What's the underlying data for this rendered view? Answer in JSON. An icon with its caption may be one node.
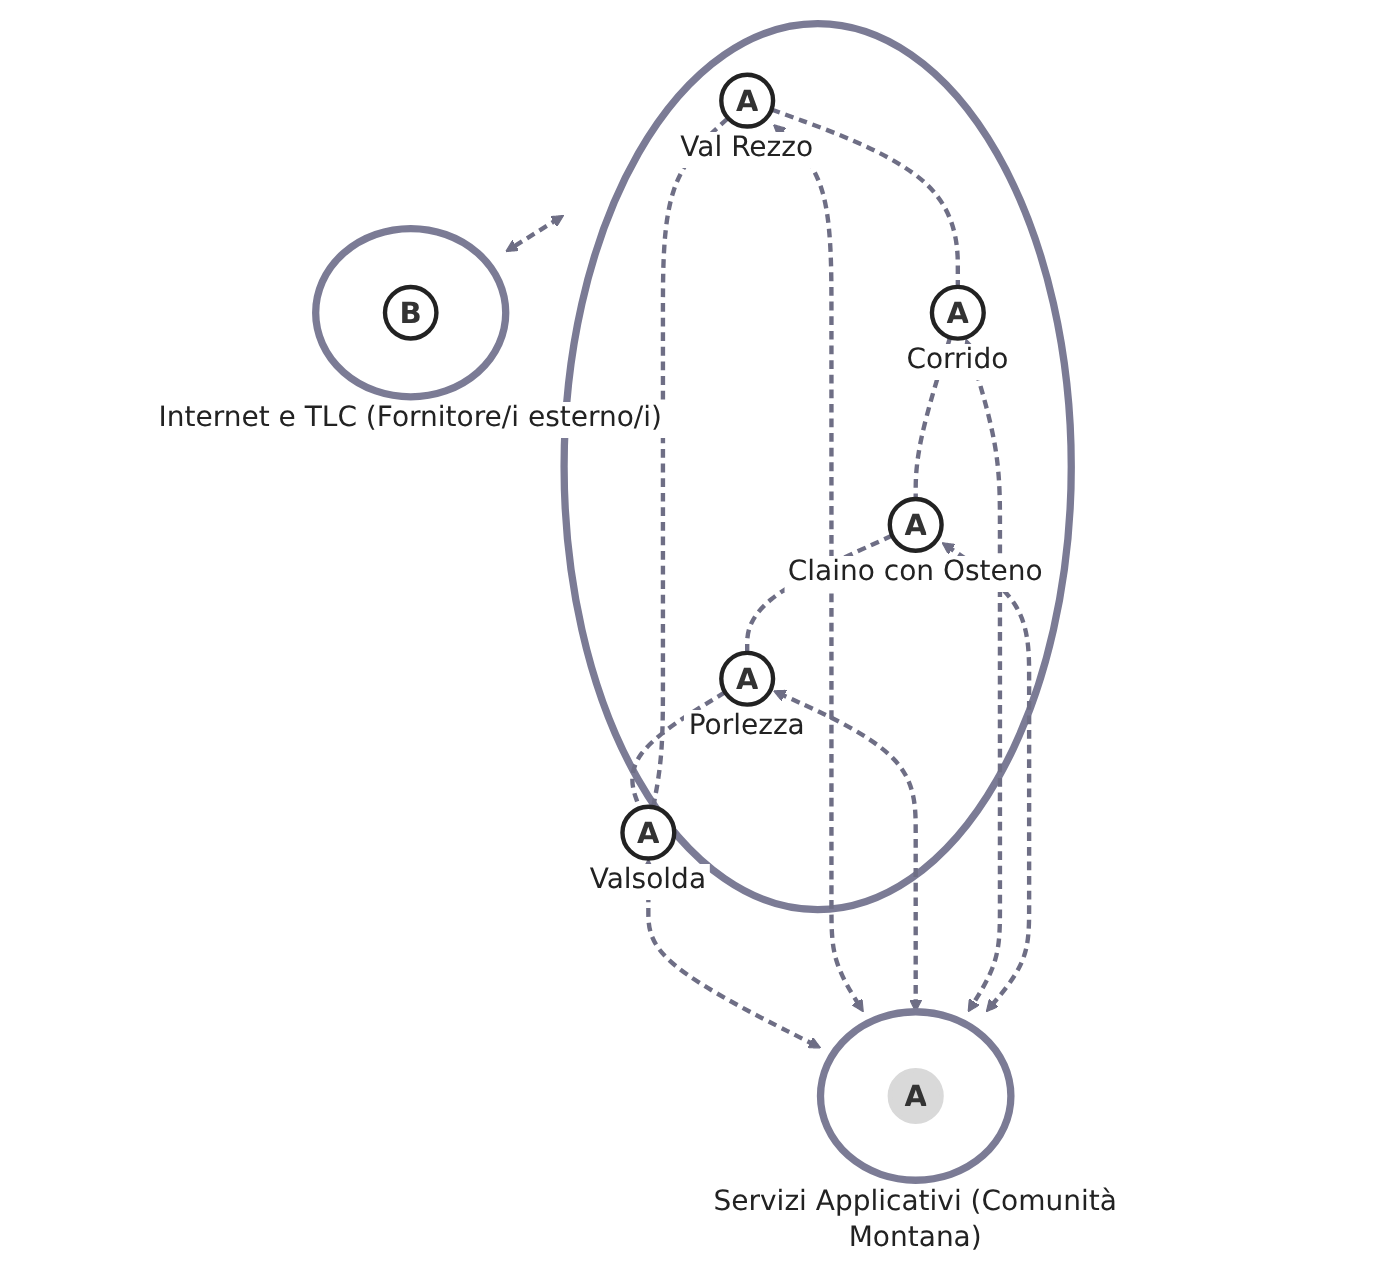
{
  "diagram": {
    "nodes": [
      {
        "text": [],
        "shape": "ellipse"
      },
      {
        "text": [
          "A"
        ],
        "beside": [
          "Val Rezzo"
        ],
        "in": 0
      },
      {
        "text": [
          "A"
        ],
        "beside": [
          "Corrido"
        ],
        "in": 0
      },
      {
        "text": [
          "A"
        ],
        "beside": [
          "Valsolda"
        ],
        "in": 0
      },
      {
        "text": [
          "A"
        ],
        "beside": [
          "Porlezza"
        ],
        "in": 0
      },
      {
        "text": [
          "A"
        ],
        "beside": [
          "Claino con Osteno"
        ],
        "in": 0
      },
      {
        "text": [],
        "shape": "ellipse",
        "beside": [
          "Internet e TLC (Fornitore/i esterno/i)"
        ]
      },
      {
        "text": [
          "B"
        ],
        "in": 6
      },
      {
        "text": [],
        "shape": "ellipse",
        "beside": [
          "Servizi Applicativi (Comunità Montana)"
        ]
      },
      {
        "text": [
          "A"
        ],
        "in": 8
      }
    ],
    "edges": [
      {
        "from": 1,
        "to": 2,
        "arrow": "none",
        "style": "dashed"
      },
      {
        "from": 2,
        "to": 5,
        "arrow": "none",
        "style": "dashed"
      },
      {
        "from": 5,
        "to": 4,
        "arrow": "none",
        "style": "dashed"
      },
      {
        "from": 4,
        "to": 3,
        "arrow": "none",
        "style": "dashed"
      },
      {
        "from": 3,
        "to": 1,
        "arrow": "none",
        "style": "dashed"
      },
      {
        "from": 0,
        "to": 6,
        "arrow": "both",
        "style": "dashed"
      },
      {
        "from": 3,
        "to": 8,
        "arrow": "both",
        "style": "dashed"
      },
      {
        "from": 1,
        "to": 8,
        "arrow": "both",
        "style": "dashed"
      },
      {
        "from": 4,
        "to": 8,
        "arrow": "both",
        "style": "dashed"
      },
      {
        "from": 2,
        "to": 8,
        "arrow": "both",
        "style": "dashed"
      },
      {
        "from": 5,
        "to": 8,
        "arrow": "both",
        "style": "dashed"
      }
    ]
  }
}
